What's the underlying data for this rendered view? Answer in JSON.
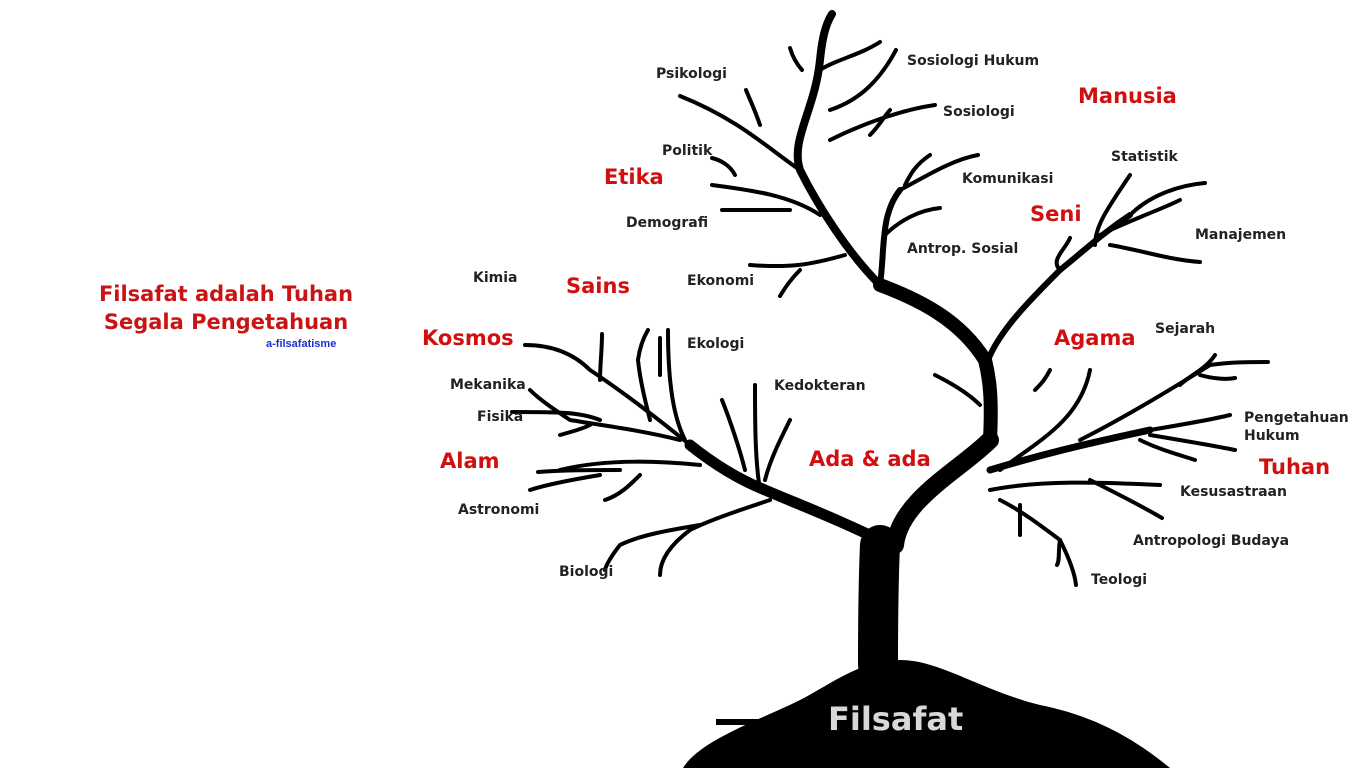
{
  "title": {
    "line1": "Filsafat adalah Tuhan",
    "line2": "Segala Pengetahuan",
    "credit": "a-filsafatisme"
  },
  "root_label": "Filsafat",
  "categories": {
    "manusia": "Manusia",
    "etika": "Etika",
    "seni": "Seni",
    "sains": "Sains",
    "kosmos": "Kosmos",
    "agama": "Agama",
    "alam": "Alam",
    "ada": "Ada & ada",
    "tuhan": "Tuhan"
  },
  "branches": {
    "psikologi": "Psikologi",
    "sosiologi_hukum": "Sosiologi Hukum",
    "sosiologi": "Sosiologi",
    "politik": "Politik",
    "statistik": "Statistik",
    "komunikasi": "Komunikasi",
    "demografi": "Demografi",
    "manajemen": "Manajemen",
    "antrop_sosial": "Antrop. Sosial",
    "kimia": "Kimia",
    "ekonomi": "Ekonomi",
    "sejarah": "Sejarah",
    "ekologi": "Ekologi",
    "mekanika": "Mekanika",
    "kedokteran": "Kedokteran",
    "fisika": "Fisika",
    "pengetahuan_hukum_1": "Pengetahuan",
    "pengetahuan_hukum_2": "Hukum",
    "kesusastraan": "Kesusastraan",
    "astronomi": "Astronomi",
    "antropologi_budaya": "Antropologi Budaya",
    "biologi": "Biologi",
    "teologi": "Teologi"
  },
  "colors": {
    "category": "#d10f0f",
    "title": "#c81414",
    "credit": "#1a2fd4",
    "branch": "#222222",
    "tree": "#000000",
    "root_label": "#d8d8d8"
  }
}
